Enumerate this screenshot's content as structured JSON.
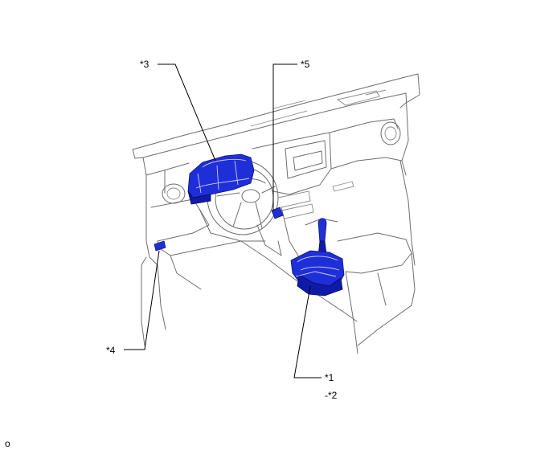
{
  "callouts": {
    "c1": "*1",
    "c2": "-*2",
    "c3": "*3",
    "c4": "*4",
    "c5": "*5"
  },
  "corner_mark": "o",
  "colors": {
    "highlight": "#1f2fd8",
    "outline": "#6e6e6e"
  }
}
